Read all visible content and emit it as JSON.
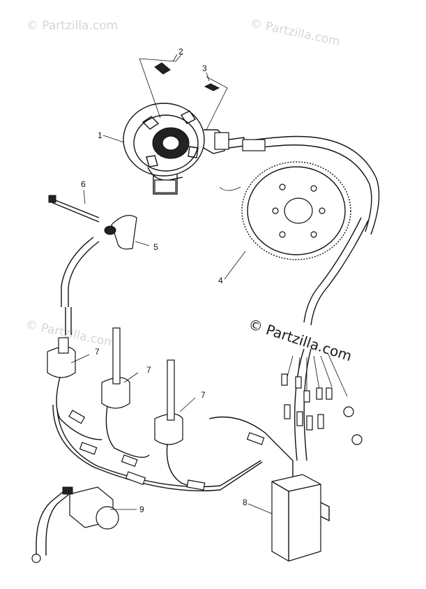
{
  "watermarks": {
    "top_left": "© Partzilla.com",
    "top_right": "© Partzilla.com",
    "middle_left": "© Partzilla.com",
    "middle_right": "© Partzilla.com"
  },
  "callouts": {
    "c1": "1",
    "c2": "2",
    "c3": "3",
    "c4": "4",
    "c5": "5",
    "c6": "6",
    "c7a": "7",
    "c7b": "7",
    "c7c": "7",
    "c8": "8",
    "c9": "9"
  }
}
